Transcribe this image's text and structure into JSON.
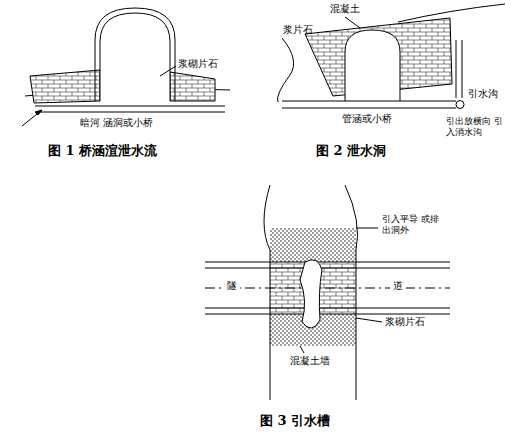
{
  "diagram": {
    "labels": [
      "浆砌片石",
      "暗河 涵洞或小桥",
      "图 1 桥涵渲泄水流",
      "混凝土",
      "浆片石",
      "引水沟",
      "引出放横向 引入消水沟",
      "管涵或小桥",
      "图 2 泄水洞",
      "引入平导 或排出洞外",
      "隧",
      "道",
      "浆砌片石",
      "混凝土墙",
      "图 3 引水槽"
    ]
  }
}
